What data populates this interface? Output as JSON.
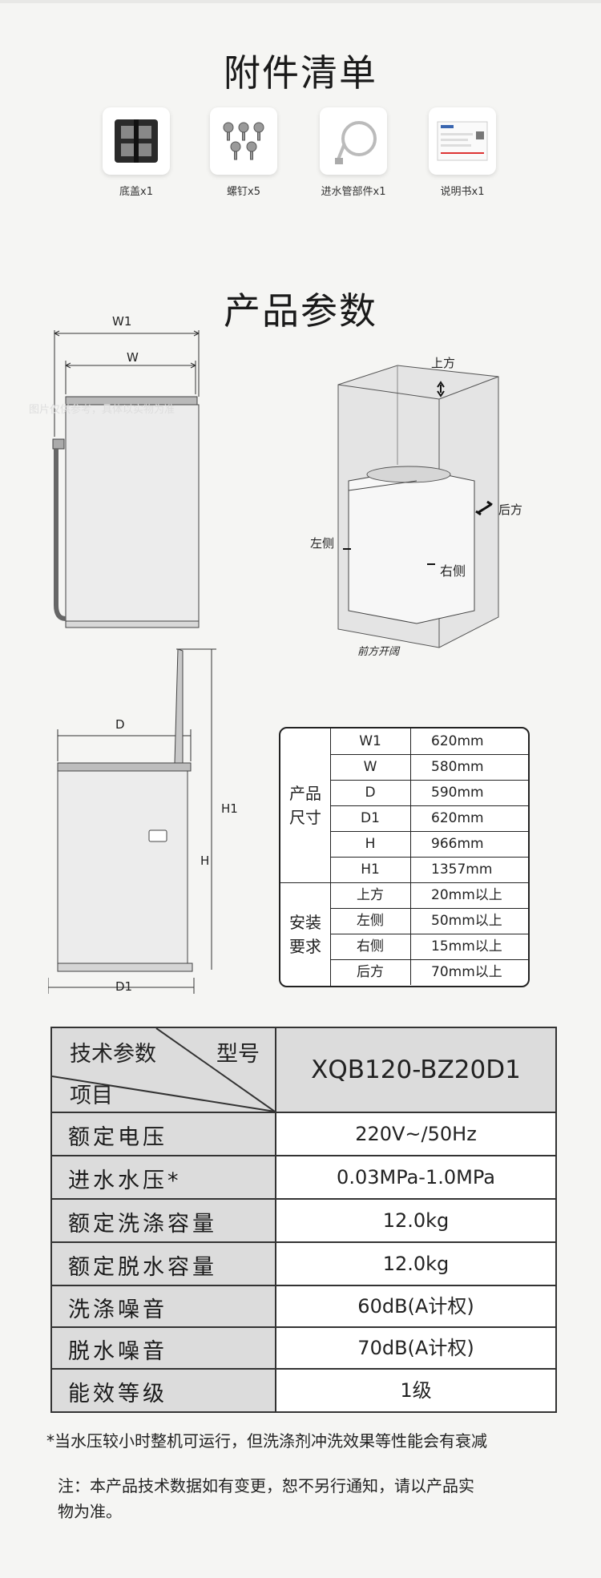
{
  "accessories": {
    "title": "附件清单",
    "items": [
      {
        "label": "底盖x1",
        "icon": "base-cover-icon"
      },
      {
        "label": "螺钉x5",
        "icon": "screws-icon"
      },
      {
        "label": "进水管部件x1",
        "icon": "inlet-hose-icon"
      },
      {
        "label": "说明书x1",
        "icon": "manual-icon"
      }
    ]
  },
  "params": {
    "title": "产品参数",
    "front_diagram": {
      "w1": "W1",
      "w": "W"
    },
    "side_diagram": {
      "d": "D",
      "d1": "D1",
      "h": "H",
      "h1": "H1"
    },
    "clearance_diagram": {
      "top": "上方",
      "left": "左侧",
      "right": "右侧",
      "back": "后方",
      "front": "前方开阔"
    },
    "watermark": "图片仅供参考，具体以实物为准"
  },
  "mini_table": {
    "group1": "产品\n尺寸",
    "group1_l1": "产品",
    "group1_l2": "尺寸",
    "group2_l1": "安装",
    "group2_l2": "要求",
    "rows": [
      {
        "k": "W1",
        "v": "620mm"
      },
      {
        "k": "W",
        "v": "580mm"
      },
      {
        "k": "D",
        "v": "590mm"
      },
      {
        "k": "D1",
        "v": "620mm"
      },
      {
        "k": "H",
        "v": "966mm"
      },
      {
        "k": "H1",
        "v": "1357mm"
      },
      {
        "k": "上方",
        "v": "20mm以上"
      },
      {
        "k": "左侧",
        "v": "50mm以上"
      },
      {
        "k": "右侧",
        "v": "15mm以上"
      },
      {
        "k": "后方",
        "v": "70mm以上"
      }
    ]
  },
  "spec_table": {
    "header_left_top": "技术参数",
    "header_left_right": "型号",
    "header_left_bottom": "项目",
    "model": "XQB120-BZ20D1",
    "rows": [
      {
        "label": "额定电压",
        "value": "220V~/50Hz"
      },
      {
        "label": "进水水压*",
        "value": "0.03MPa-1.0MPa"
      },
      {
        "label": "额定洗涤容量",
        "value": "12.0kg"
      },
      {
        "label": "额定脱水容量",
        "value": "12.0kg"
      },
      {
        "label": "洗涤噪音",
        "value": "60dB(A计权)"
      },
      {
        "label": "脱水噪音",
        "value": "70dB(A计权)"
      },
      {
        "label": "能效等级",
        "value": "1级"
      }
    ]
  },
  "notes": {
    "pressure_note": "*当水压较小时整机可运行，但洗涤剂冲洗效果等性能会有衰减",
    "disclaimer": "注：本产品技术数据如有变更，恕不另行通知，请以产品实物为准。",
    "disclaimer_l1": "注：本产品技术数据如有变更，恕不另行通知，请以产品实",
    "disclaimer_l2": "物为准。"
  }
}
